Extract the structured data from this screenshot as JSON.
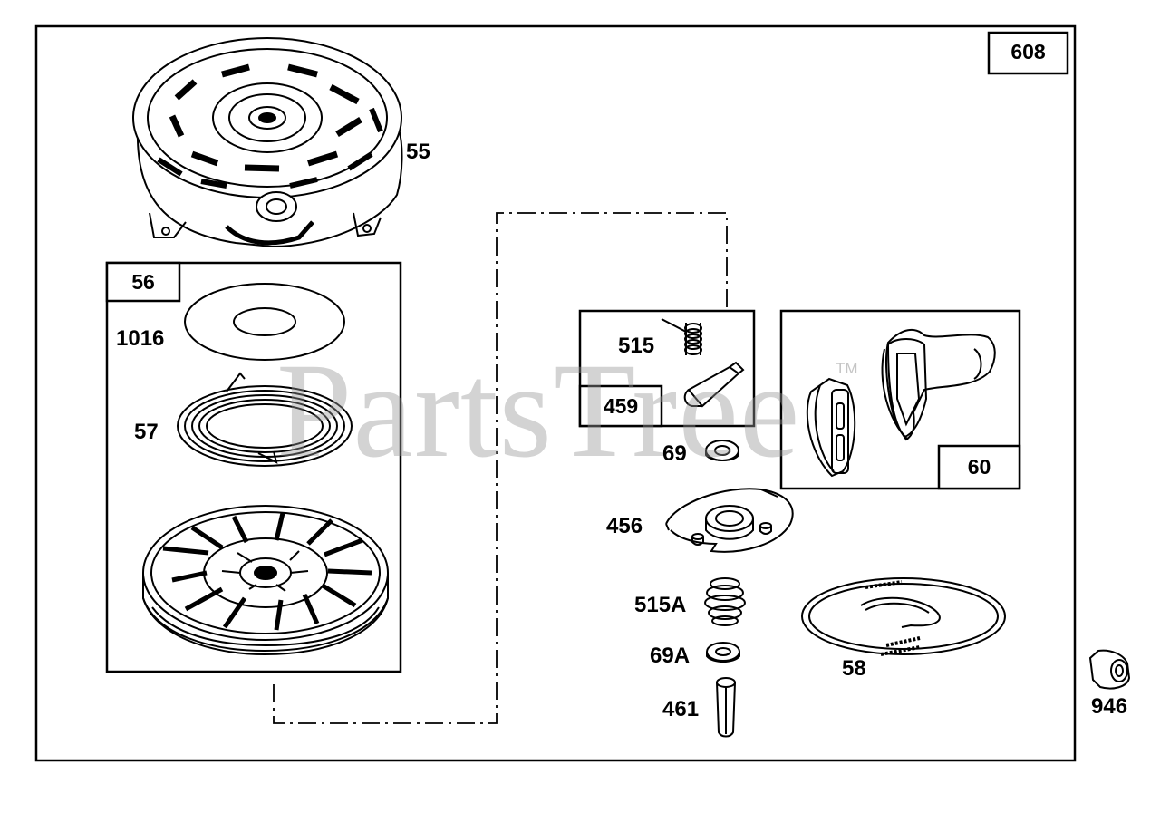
{
  "assembly_number": "608",
  "watermark": "PartsTree",
  "watermark_mark": "TM",
  "group_boxes": {
    "starter_assembly": "56",
    "pawl_kit": "459",
    "handle_kit": "60"
  },
  "parts": {
    "p55": "55",
    "p1016": "1016",
    "p57": "57",
    "p515": "515",
    "p69": "69",
    "p456": "456",
    "p515A": "515A",
    "p69A": "69A",
    "p461": "461",
    "p58": "58",
    "p946": "946"
  },
  "colors": {
    "line": "#000000",
    "watermark": "#969696"
  }
}
